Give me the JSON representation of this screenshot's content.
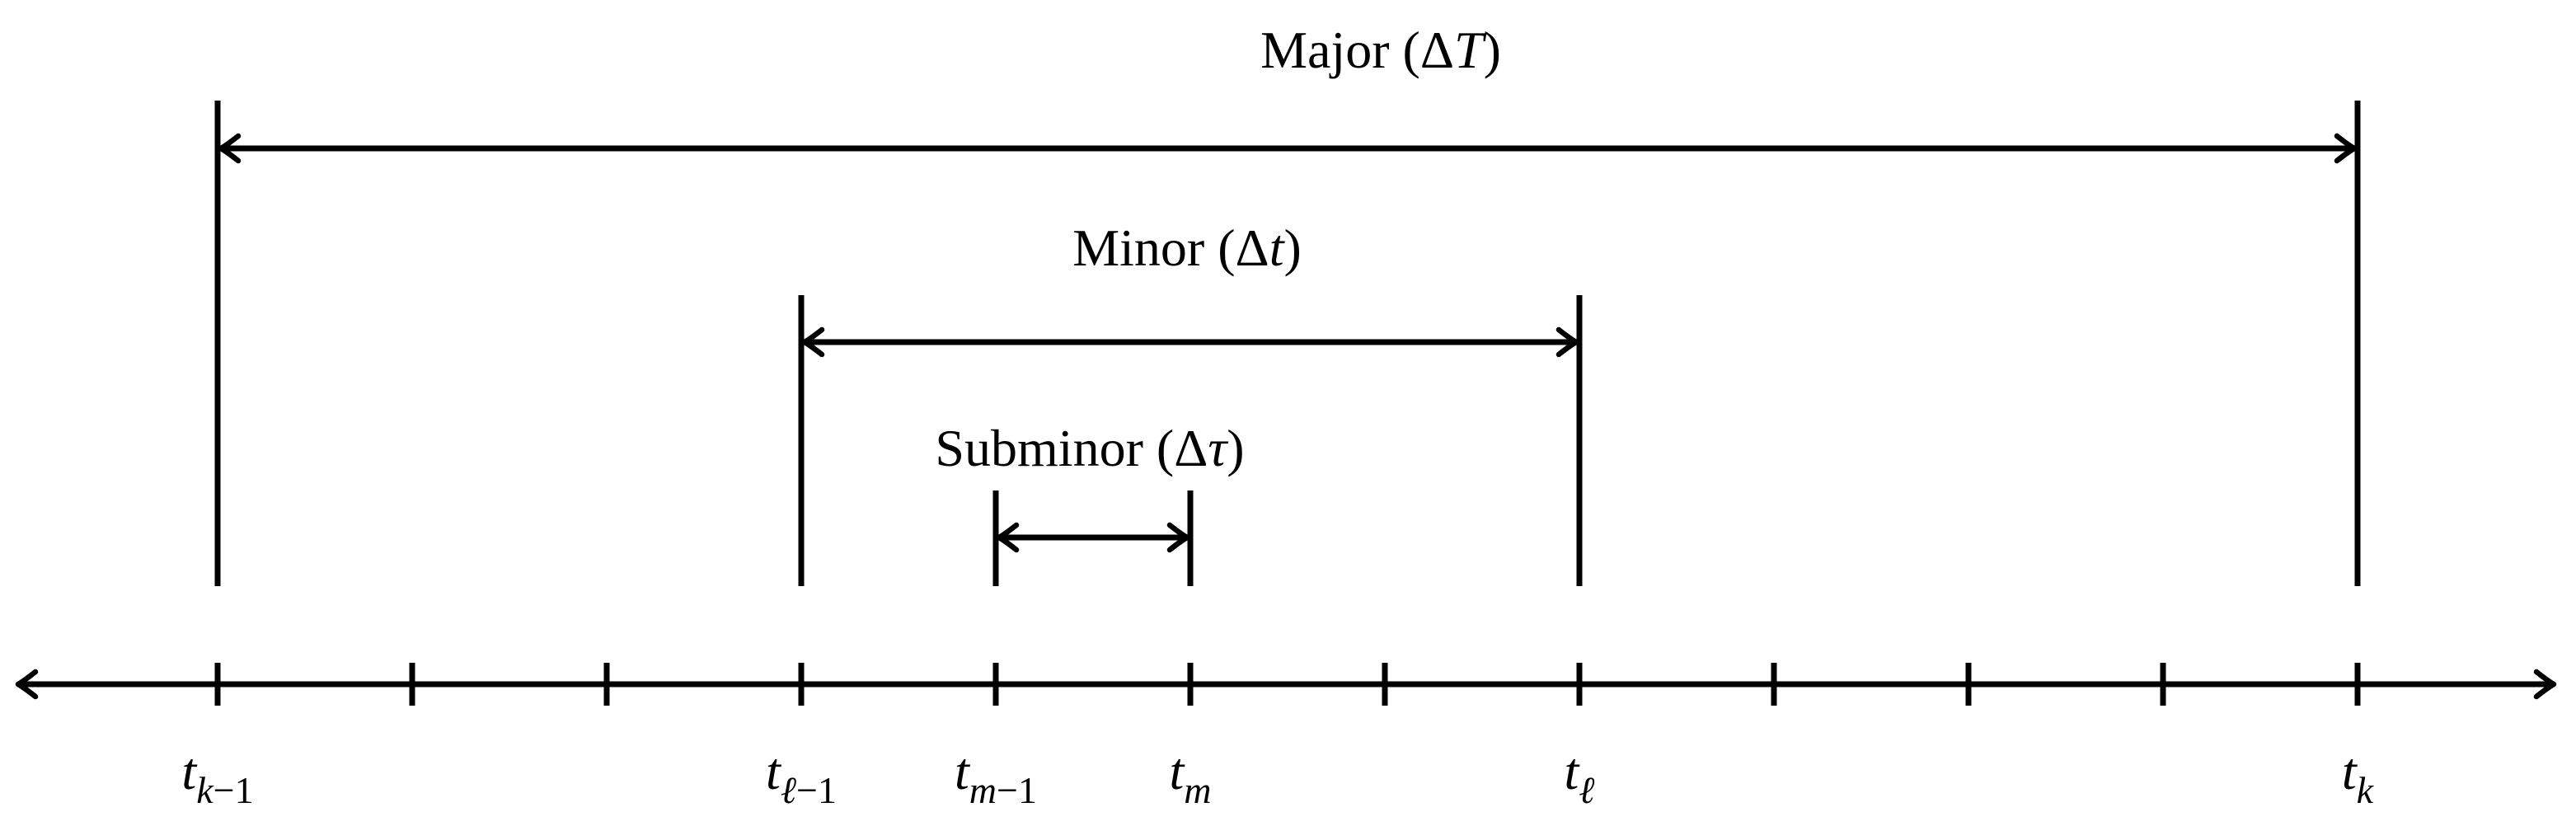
{
  "figure": {
    "background_color": "#ffffff",
    "line_color": "#000000"
  },
  "interval_labels": {
    "major": {
      "prefix": "Major (Δ",
      "symbol": "T",
      "suffix": ")"
    },
    "minor": {
      "prefix": "Minor (Δ",
      "symbol": "t",
      "suffix": ")"
    },
    "subminor": {
      "prefix": "Subminor (Δ",
      "symbol": "τ",
      "suffix": ")"
    }
  },
  "axis": {
    "tick_labels": [
      {
        "base": "t",
        "sub_var": "k",
        "sub_rest": "−1"
      },
      {
        "base": "t",
        "sub_var": "ℓ",
        "sub_rest": "−1"
      },
      {
        "base": "t",
        "sub_var": "m",
        "sub_rest": "−1"
      },
      {
        "base": "t",
        "sub_var": "m",
        "sub_rest": ""
      },
      {
        "base": "t",
        "sub_var": "ℓ",
        "sub_rest": ""
      },
      {
        "base": "t",
        "sub_var": "k",
        "sub_rest": ""
      }
    ]
  }
}
